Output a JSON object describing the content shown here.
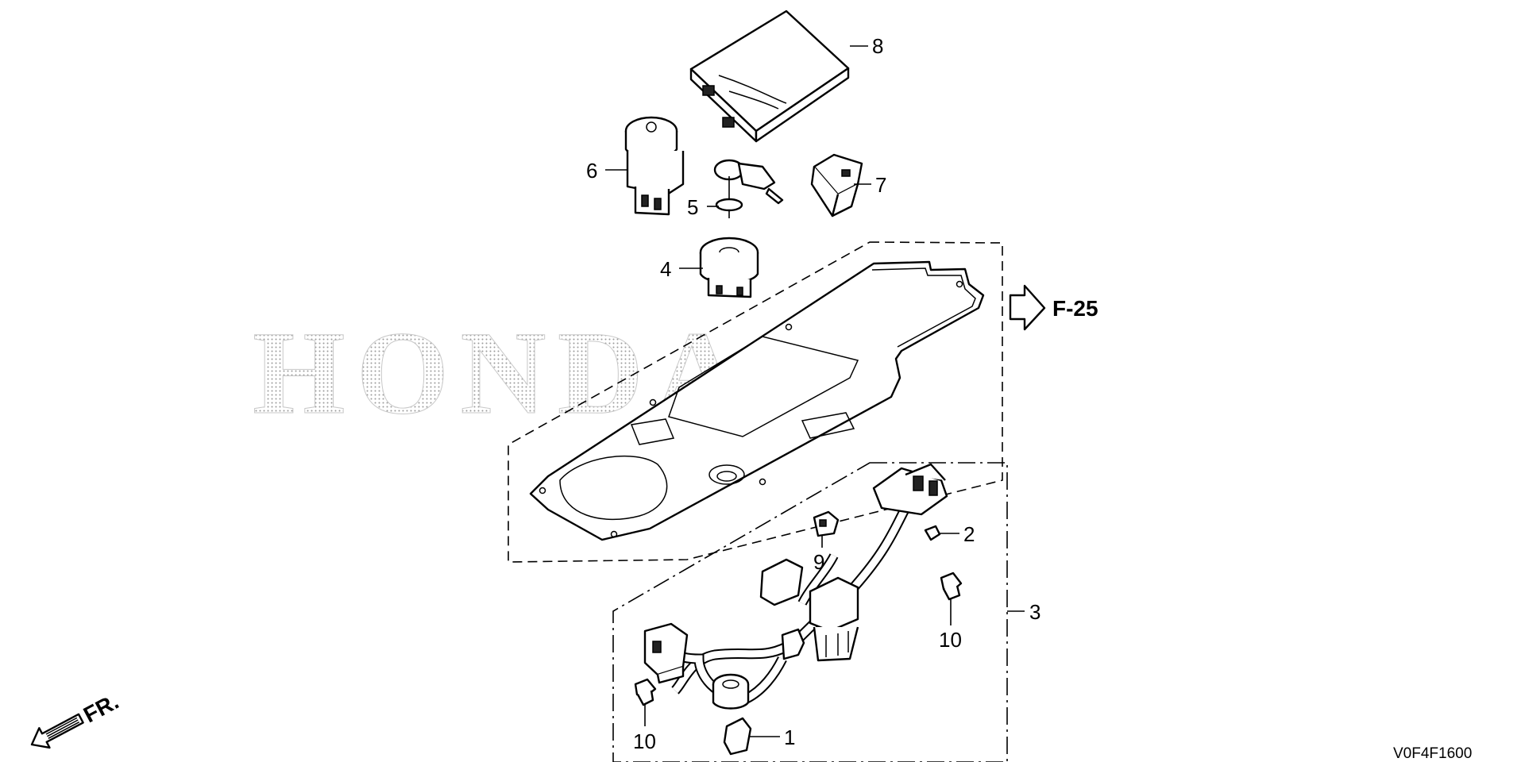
{
  "watermark": "HONDA",
  "reference": {
    "arrow_text": "F-25"
  },
  "direction": {
    "text": "FR."
  },
  "diagram_code": "V0F4F1600",
  "callouts": {
    "part_1": "1",
    "part_2": "2",
    "part_3": "3",
    "part_4": "4",
    "part_5": "5",
    "part_6": "6",
    "part_7": "7",
    "part_8": "8",
    "part_9": "9",
    "part_10_right": "10",
    "part_10_left": "10"
  }
}
